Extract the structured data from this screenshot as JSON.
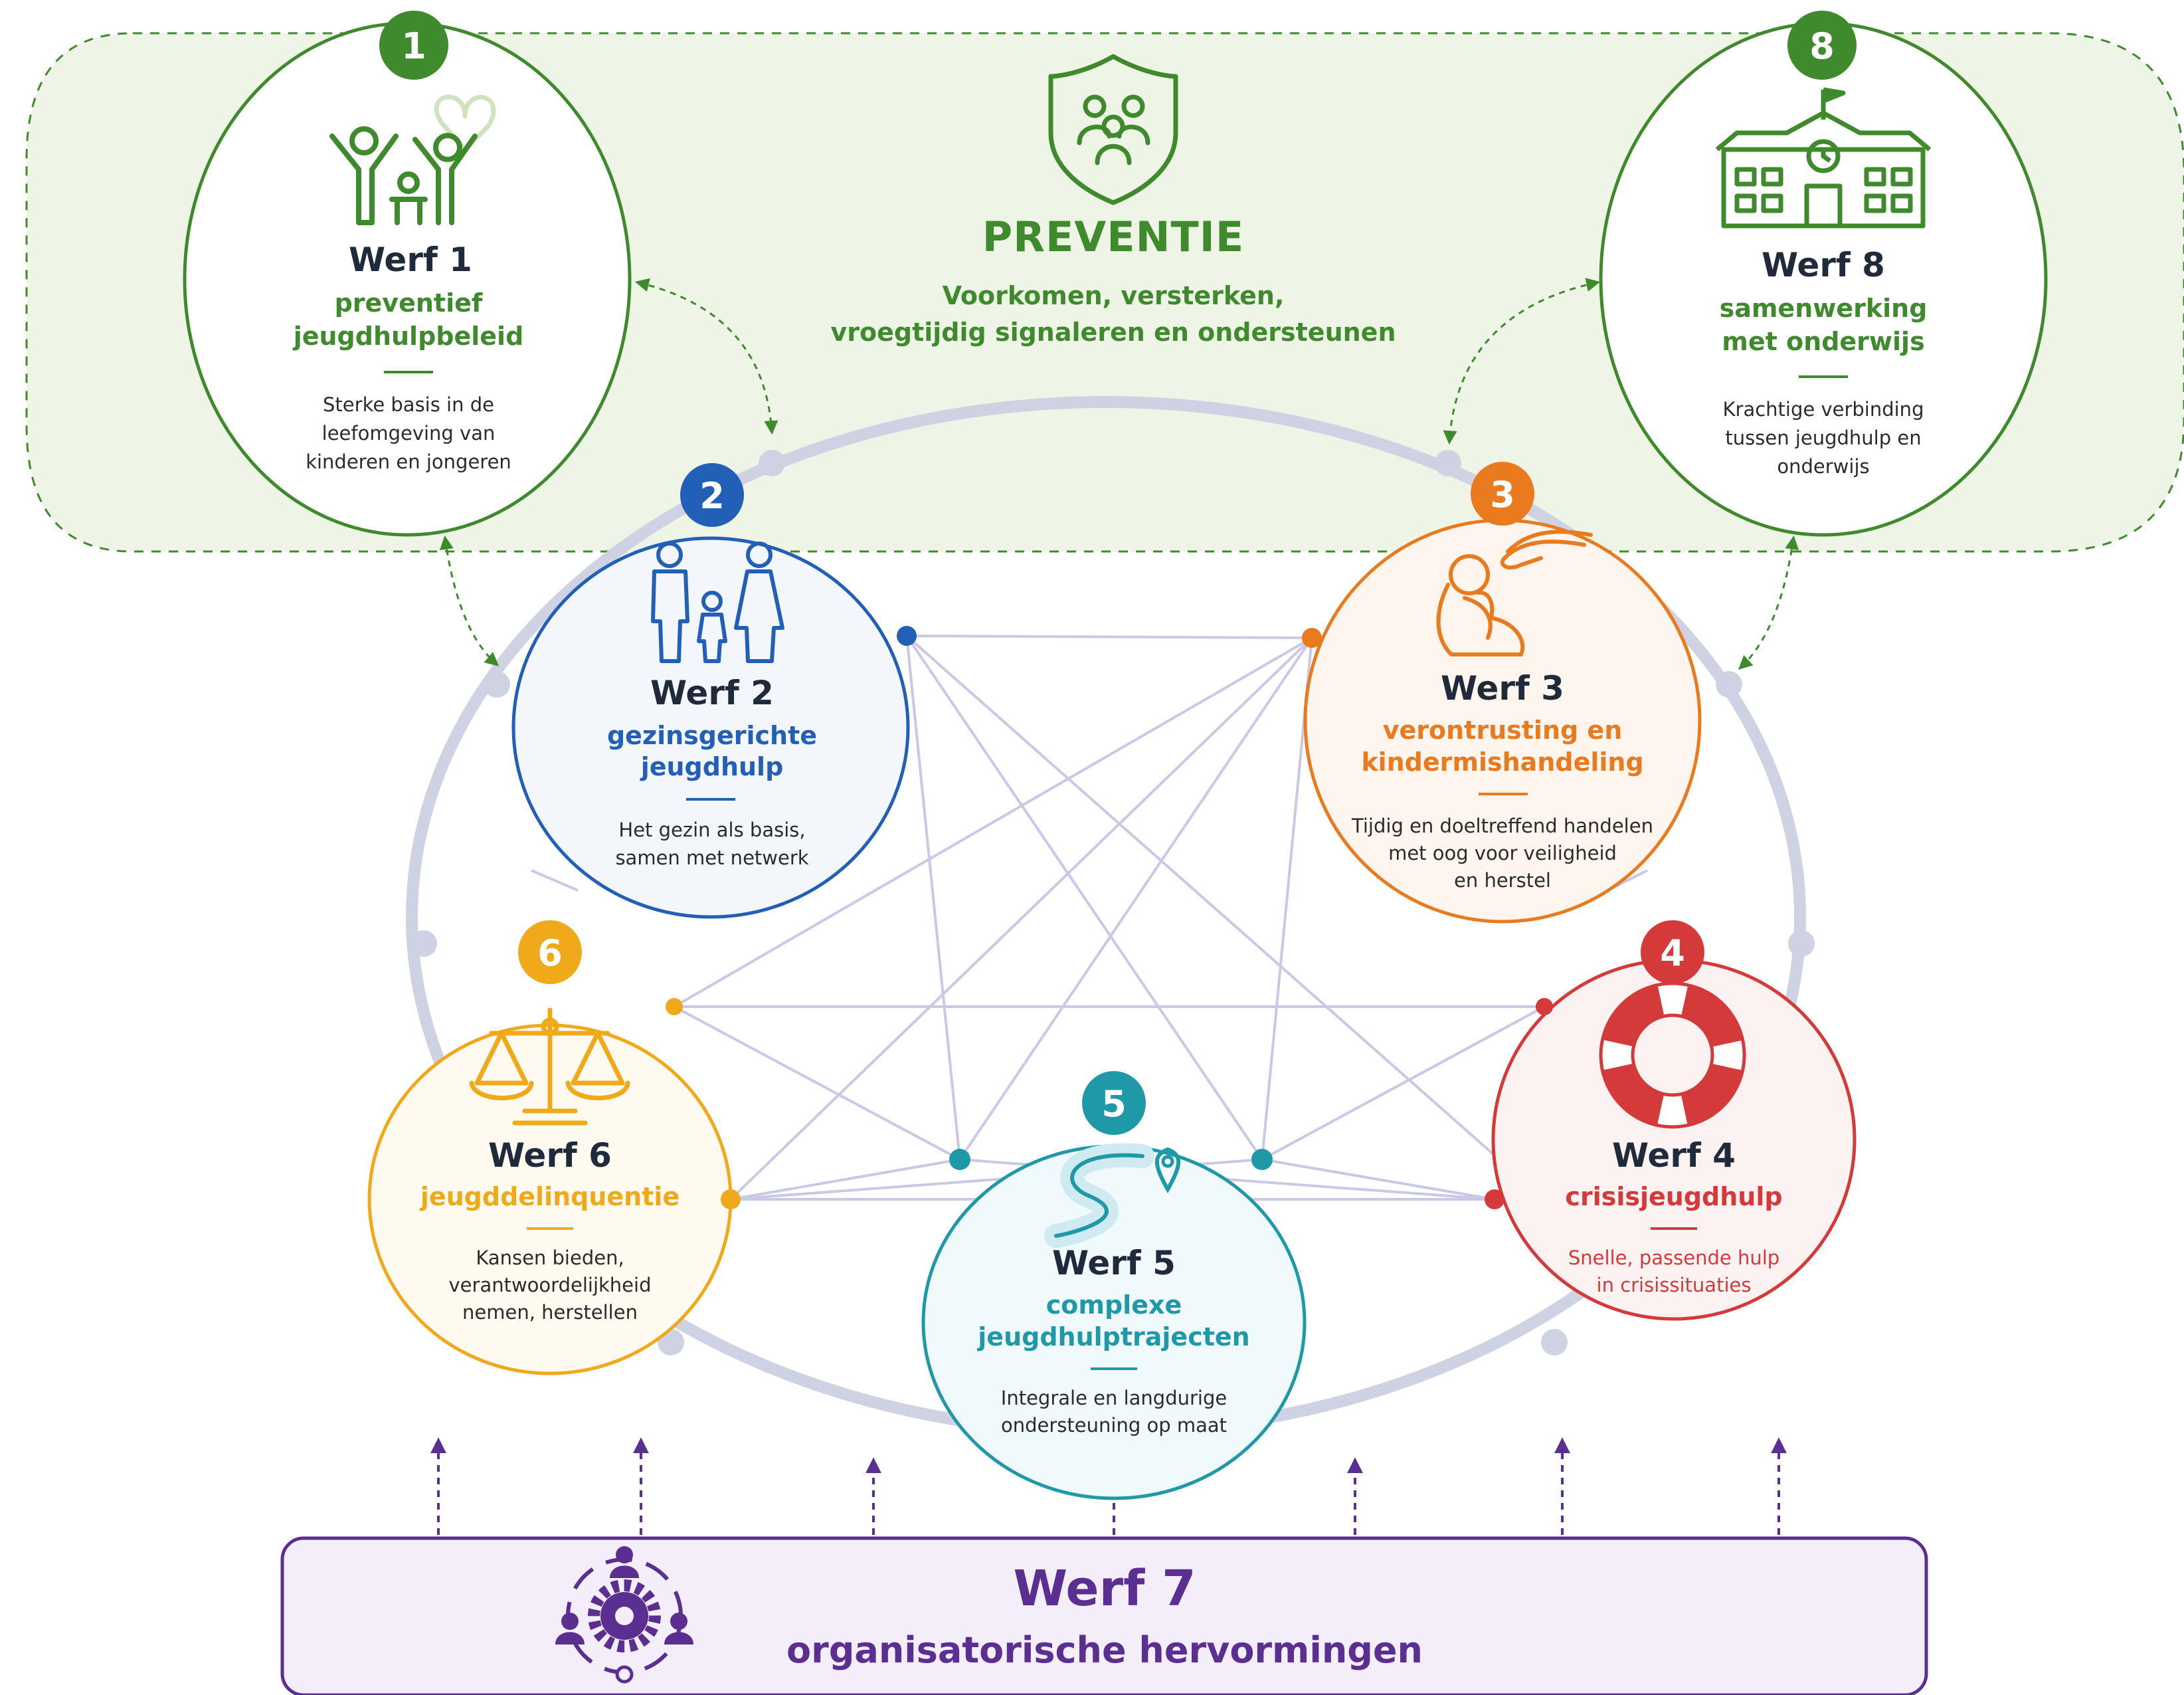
{
  "colors": {
    "green": "#3f8a2c",
    "blue": "#2160b6",
    "orange": "#ea7a1e",
    "red": "#d43a3a",
    "teal": "#1f99a8",
    "yellow": "#f0a91b",
    "purple": "#5b2e91",
    "ring": "#cfd2e2"
  },
  "preventie": {
    "title": "PREVENTIE",
    "subtitle_line1": "Voorkomen, versterken,",
    "subtitle_line2": "vroegtijdig signaleren en ondersteunen",
    "icon": "shield-family-icon"
  },
  "werven": [
    {
      "number": "1",
      "title": "Werf 1",
      "sub_line1": "preventief",
      "sub_line2": "jeugdhulpbeleid",
      "desc_line1": "Sterke basis in de",
      "desc_line2": "leefomgeving van",
      "desc_line3": "kinderen en jongeren",
      "icon": "family-heart-icon"
    },
    {
      "number": "2",
      "title": "Werf 2",
      "sub_line1": "gezinsgerichte",
      "sub_line2": "jeugdhulp",
      "desc_line1": "Het gezin als basis,",
      "desc_line2": "samen met netwerk",
      "icon": "family-icon"
    },
    {
      "number": "3",
      "title": "Werf 3",
      "sub_line1": "verontrusting en",
      "sub_line2": "kindermishandeling",
      "desc_line1": "Tijdig en doeltreffend handelen",
      "desc_line2": "met oog voor veiligheid",
      "desc_line3": "en herstel",
      "icon": "child-hand-icon"
    },
    {
      "number": "4",
      "title": "Werf 4",
      "sub_line1": "crisisjeugdhulp",
      "desc_line1": "Snelle, passende hulp",
      "desc_line2": "in crisissituaties",
      "icon": "lifebuoy-icon"
    },
    {
      "number": "5",
      "title": "Werf 5",
      "sub_line1": "complexe",
      "sub_line2": "jeugdhulptrajecten",
      "desc_line1": "Integrale en langdurige",
      "desc_line2": "ondersteuning op maat",
      "icon": "path-pin-icon"
    },
    {
      "number": "6",
      "title": "Werf 6",
      "sub_line1": "jeugddelinquentie",
      "desc_line1": "Kansen bieden,",
      "desc_line2": "verantwoordelijkheid",
      "desc_line3": "nemen, herstellen",
      "icon": "scales-icon"
    },
    {
      "number": "7",
      "title": "Werf 7",
      "sub_line1": "organisatorische hervormingen",
      "icon": "gear-people-icon"
    },
    {
      "number": "8",
      "title": "Werf 8",
      "sub_line1": "samenwerking",
      "sub_line2": "met onderwijs",
      "desc_line1": "Krachtige verbinding",
      "desc_line2": "tussen jeugdhulp en",
      "desc_line3": "onderwijs",
      "icon": "school-icon"
    }
  ]
}
